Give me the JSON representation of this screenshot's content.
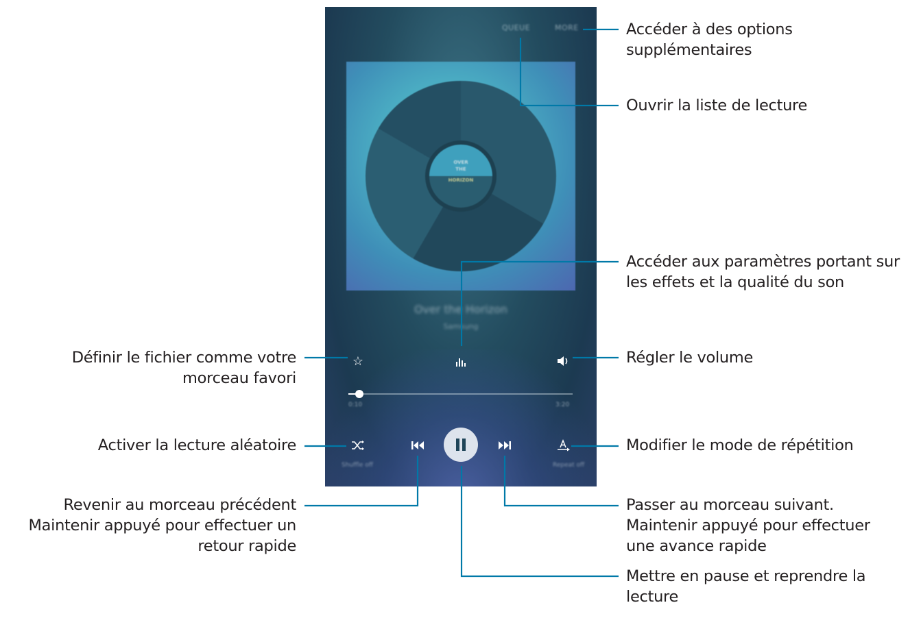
{
  "player": {
    "queue_label": "QUEUE",
    "more_label": "MORE",
    "album_art": {
      "line1": "OVER",
      "line2": "THE",
      "line3": "HORIZON"
    },
    "song_title": "Over the Horizon",
    "artist": "Samsung",
    "elapsed_time": "0:10",
    "total_time": "3:20",
    "progress": 0.05,
    "shuffle_label": "Shuffle off",
    "repeat_label": "Repeat off",
    "icons": [
      "star-icon",
      "equalizer-icon",
      "volume-icon",
      "shuffle-icon",
      "previous-icon",
      "pause-icon",
      "next-icon",
      "repeat-icon"
    ]
  },
  "callouts": {
    "more_options": [
      "Accéder à des options",
      "supplémentaires"
    ],
    "playlist": [
      "Ouvrir la liste de lecture"
    ],
    "sound_effects": [
      "Accéder aux paramètres portant sur",
      "les effets et la qualité du son"
    ],
    "favorite": [
      "Définir le fichier comme votre",
      "morceau favori"
    ],
    "volume": [
      "Régler le volume"
    ],
    "shuffle": [
      "Activer la lecture aléatoire"
    ],
    "repeat": [
      "Modifier le mode de répétition"
    ],
    "previous": [
      "Revenir au morceau précédent",
      "Maintenir appuyé pour effectuer un",
      "retour rapide"
    ],
    "next": [
      "Passer au morceau suivant.",
      "Maintenir appuyé pour effectuer",
      "une avance rapide"
    ],
    "pause": [
      "Mettre en pause et reprendre la",
      "lecture"
    ]
  },
  "colors": {
    "callout_line": "#0079a8",
    "callout_text": "#231f20"
  }
}
